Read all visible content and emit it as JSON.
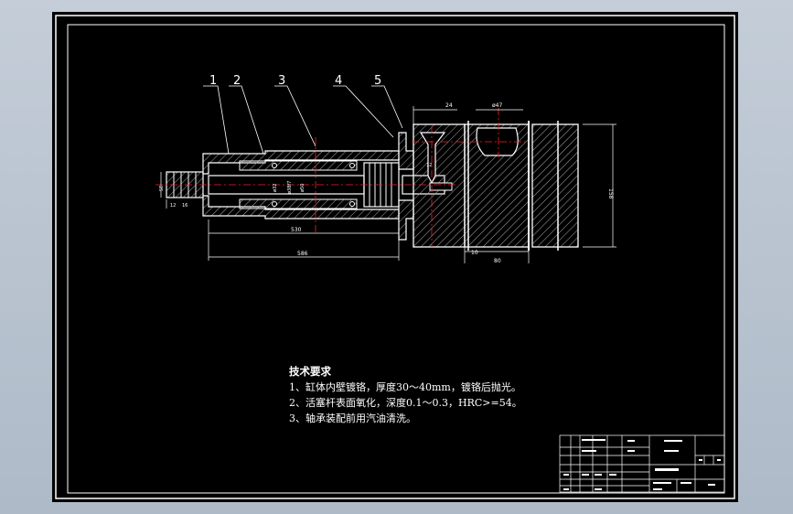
{
  "part_labels": [
    "1",
    "2",
    "3",
    "4",
    "5"
  ],
  "dimensions": {
    "d_top_left": "24",
    "d_top_right": "ø47",
    "d_height": "158",
    "d_530": "530",
    "d_586": "586",
    "d_10": "10",
    "d_80": "80",
    "d_small_a": "12",
    "d_small_b": "16",
    "d_left_v": "25",
    "d_phi1": "ø32",
    "d_phi2": "ø38f7",
    "d_phi3": "ø50",
    "d_notch": "12"
  },
  "notes": {
    "title": "技术要求",
    "lines": [
      "1、缸体内壁镀铬，厚度30～40mm，镀铬后抛光。",
      "2、活塞杆表面氧化，深度0.1～0.3，HRC>=54。",
      "3、轴承装配前用汽油清洗。"
    ]
  },
  "colors": {
    "background": "#000000",
    "line": "#ffffff",
    "centerline": "#ff2020",
    "hatch": "#a9a9a9",
    "frame_bg": "#b9c3cf"
  }
}
